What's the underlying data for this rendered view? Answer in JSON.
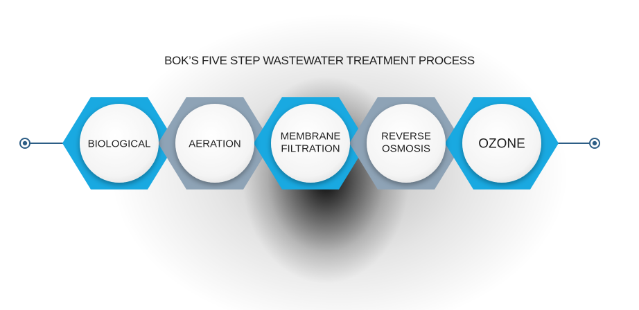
{
  "title": "BOK’S FIVE STEP WASTEWATER TREATMENT PROCESS",
  "colors": {
    "cyan": "#19a9e1",
    "slate": "#8ea3b6",
    "connector": "#2d5e86",
    "circle_fill": "#f7f7f7",
    "text": "#1e1e1e"
  },
  "steps": [
    {
      "lines": [
        "BIOLOGICAL"
      ],
      "color": "cyan"
    },
    {
      "lines": [
        "AERATION"
      ],
      "color": "slate"
    },
    {
      "lines": [
        "MEMBRANE",
        "FILTRATION"
      ],
      "color": "cyan"
    },
    {
      "lines": [
        "REVERSE",
        "OSMOSIS"
      ],
      "color": "slate"
    },
    {
      "lines": [
        "OZONE"
      ],
      "color": "cyan"
    }
  ]
}
